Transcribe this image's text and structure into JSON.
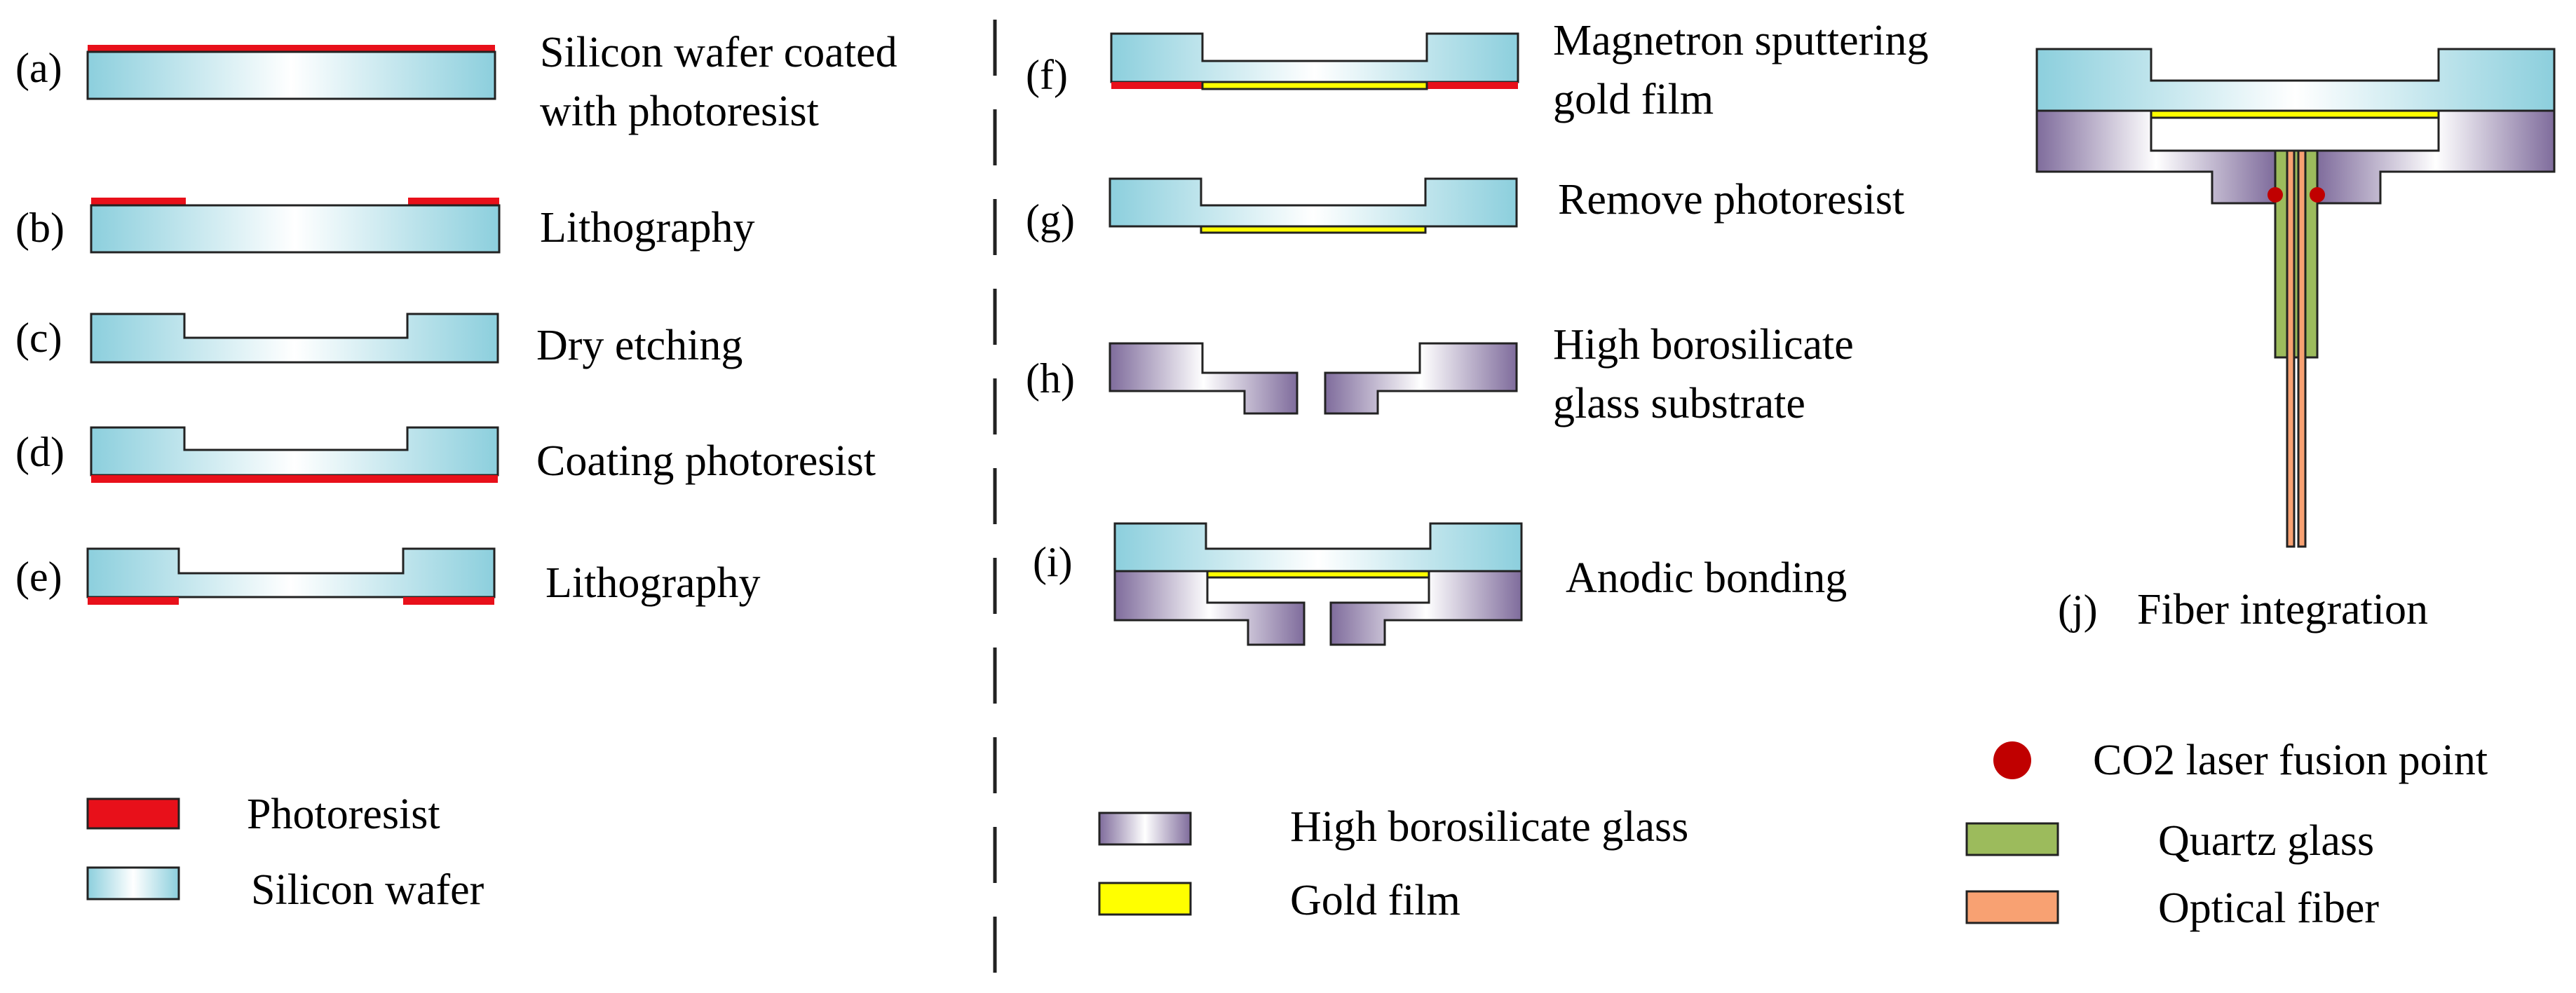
{
  "colors": {
    "photoresist": "#e8101a",
    "silicon_edge": "#8ccfdd",
    "silicon_mid": "#ffffff",
    "glass_edge": "#7f6c9c",
    "glass_mid": "#ffffff",
    "gold": "#ffff00",
    "quartz": "#9cbb5c",
    "fiber": "#f8a172",
    "fusion_point": "#c00000",
    "divider": "#222222"
  },
  "steps": {
    "a": {
      "id": "(a)",
      "label": [
        "Silicon wafer coated",
        "with photoresist"
      ]
    },
    "b": {
      "id": "(b)",
      "label": [
        "Lithography"
      ]
    },
    "c": {
      "id": "(c)",
      "label": [
        "Dry etching"
      ]
    },
    "d": {
      "id": "(d)",
      "label": [
        "Coating photoresist"
      ]
    },
    "e": {
      "id": "(e)",
      "label": [
        "Lithography"
      ]
    },
    "f": {
      "id": "(f)",
      "label": [
        "Magnetron sputtering",
        "gold film"
      ]
    },
    "g": {
      "id": "(g)",
      "label": [
        "Remove photoresist"
      ]
    },
    "h": {
      "id": "(h)",
      "label": [
        "High borosilicate",
        "glass substrate"
      ]
    },
    "i": {
      "id": "(i)",
      "label": [
        "Anodic bonding"
      ]
    },
    "j": {
      "id": "(j)",
      "label": [
        "Fiber integration"
      ]
    }
  },
  "legend": {
    "photoresist": "Photoresist",
    "silicon_wafer": "Silicon wafer",
    "borosilicate_glass": "High borosilicate glass",
    "gold_film": "Gold film",
    "fusion_point": "CO2 laser fusion point",
    "quartz_glass": "Quartz glass",
    "optical_fiber": "Optical fiber"
  }
}
